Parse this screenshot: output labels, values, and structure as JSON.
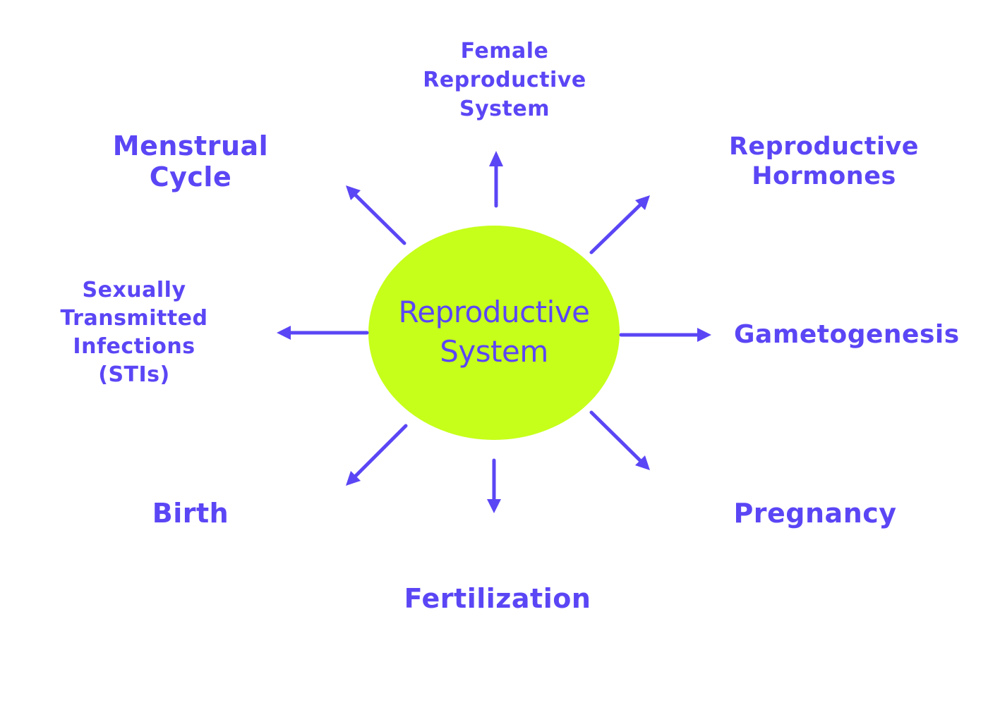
{
  "center": {
    "label": "Reproductive\nSystem"
  },
  "topics": {
    "female_reproductive_system": "Female\nReproductive\nSystem",
    "menstrual_cycle": "Menstrual\nCycle",
    "reproductive_hormones": "Reproductive\nHormones",
    "sexually_transmitted_infections": "Sexually\nTransmitted\nInfections\n(STIs)",
    "gametogenesis": "Gametogenesis",
    "birth": "Birth",
    "pregnancy": "Pregnancy",
    "fertilization": "Fertilization"
  },
  "colors": {
    "text_and_arrows": "#5b46f5",
    "center_fill": "#c6ff1a",
    "background": "#ffffff"
  }
}
